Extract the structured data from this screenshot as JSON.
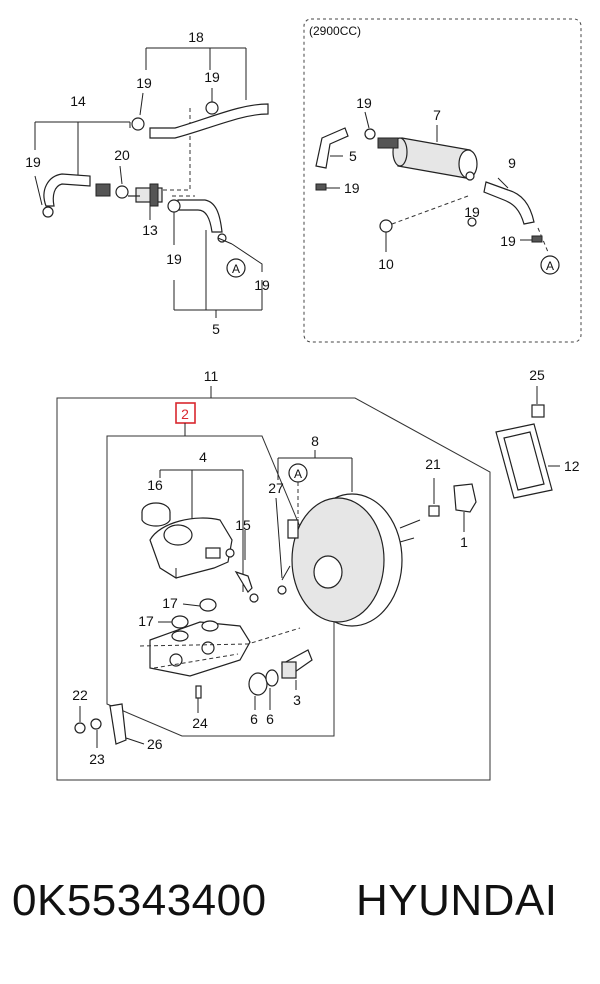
{
  "diagram": {
    "variant_label": "(2900CC)",
    "callouts": {
      "c1": "1",
      "c2": "2",
      "c3": "3",
      "c4": "4",
      "c5": "5",
      "c5b": "5",
      "c6a": "6",
      "c6b": "6",
      "c8": "8",
      "c9": "9",
      "c10": "10",
      "c11": "11",
      "c12": "12",
      "c13": "13",
      "c14": "14",
      "c15": "15",
      "c16": "16",
      "c17a": "17",
      "c17b": "17",
      "c18": "18",
      "c19a": "19",
      "c19b": "19",
      "c19c": "19",
      "c19d": "19",
      "c19e": "19",
      "c19f": "19",
      "c19g": "19",
      "c19h": "19",
      "c20": "20",
      "c21": "21",
      "c22": "22",
      "c23": "23",
      "c24": "24",
      "c25": "25",
      "c26": "26",
      "c27": "27"
    },
    "ref_marks": {
      "a1": "A",
      "a2": "A",
      "a3": "A"
    },
    "highlight_color": "#d9272e"
  },
  "caption": {
    "part_number": "0K55343400",
    "brand": "HYUNDAI"
  }
}
